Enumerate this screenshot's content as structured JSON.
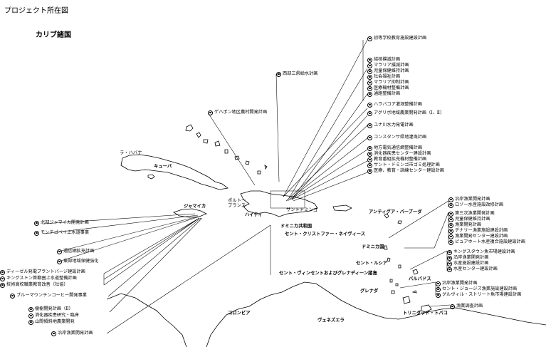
{
  "header": {
    "title": "プロジェクト所在図",
    "region": "カリブ諸国"
  },
  "places": {
    "havana": "ラ・ハバナ",
    "cuba": "キューバ",
    "jamaica": "ジャマイカ",
    "port_au_prince": "ポルトー\nプランス",
    "haiti": "ハイティ",
    "santo_domingo": "サントドミンゴ",
    "dominican_republic": "ドミニカ共和国",
    "st_kitts": "セント・クリストファー・ネイヴィース",
    "antigua": "アンティグア・バーブーダ",
    "dominica": "ドミニカ国",
    "st_lucia": "セント・ルシア",
    "st_vincent": "セント・ヴィンセントおよびグレナディーン諸島",
    "barbados": "バルバドス",
    "grenada": "グレナダ",
    "trinidad": "トリニダッド・トバコ",
    "colombia": "コロンビア",
    "venezuela": "ヴェネズエラ"
  },
  "projects": {
    "dr_top": "初等学校教育施設建設計画",
    "cuba_west": "西部三県給水計画",
    "dr_group": [
      "結核撲滅計画",
      "マラリア撲滅計画",
      "児童保健維持計画",
      "社会福祉計画",
      "マラリア抑制計画",
      "医療機材整備計画",
      "通路整備計画"
    ],
    "dr_mid": [
      "ハラバコア灌漑整備計画",
      "アグリボ地域農業開発計画（Ⅰ、Ⅱ）",
      "ユナ川水力発電計画",
      "コンスタンサ県地灌漑計画"
    ],
    "dr_low": [
      "地方電気通信網整備計画",
      "消化器疾患センター建設計画",
      "教育番組拡充機材整備計画",
      "サント・ドミンゴ市ゴミ処理計画",
      "医療、教育・訓練センター建設計画"
    ],
    "cuba_pinar": "ゲハボン地区農村開発計画",
    "jam_north": "北部ジャマイカ開発計画",
    "jam_montego": "モンテゴベイ上水道事業",
    "jam_telecom": "通信網拡充計画",
    "jam_east": "東部地域保健強化",
    "jam_group": [
      "ディーゼル発電プラントバージ建設計画",
      "キングストン首都圏上水道整備計画",
      "技術高校職業教育改善（社協）"
    ],
    "jam_coffee": "ブルーマウンテンコーヒー開発事業",
    "jam_low": [
      "樹樹開発計画（Ⅱ）",
      "消化器疾患研究・臨床",
      "山間傾斜地農業開発"
    ],
    "jam_coast": "沿岸漁業開発計画",
    "antigua_group": [
      "沿岸漁業開発計画",
      "ロゾー水産施設改修計画"
    ],
    "dominica_group": [
      "第三次漁業開発計画",
      "児童保健維持計画",
      "漁業開発計画",
      "デナリー漁業施設建設計画",
      "漁業開発センター建設計画",
      "ピュアホート水産複合施設建設計画"
    ],
    "stlucia_group": [
      "キングスタウン魚市場建設計画",
      "沿岸漁業開発計画",
      "水産施設建設計画",
      "水産センター建設計画"
    ],
    "grenada_group": [
      "沿岸漁業開発計画",
      "セント・ジョージズ漁業施設建設計画",
      "グルヴィル・ストリート魚市場建設計画"
    ],
    "trinidad": "漁業調査計画"
  }
}
